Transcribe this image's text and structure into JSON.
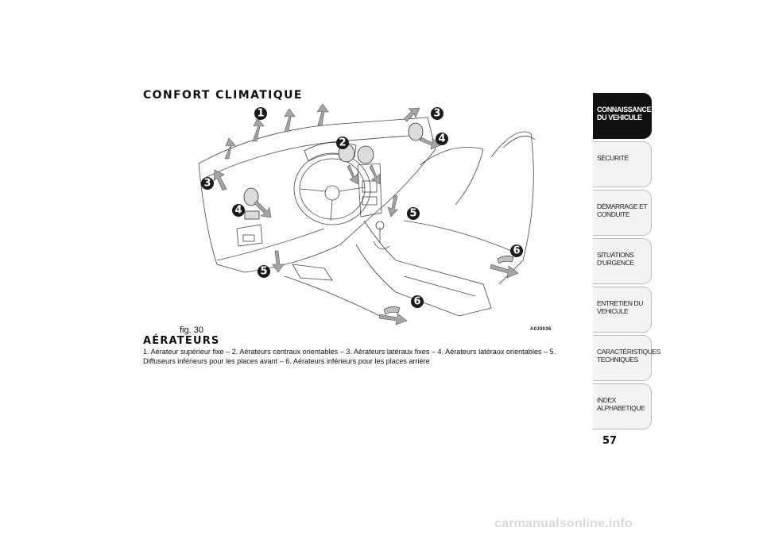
{
  "page": {
    "section_title": "CONFORT CLIMATIQUE",
    "subsection_title": "AÉRATEURS",
    "body_text": "1. Aérateur supérieur fixe – 2. Aérateurs centraux orientables – 3. Aérateurs latéraux fixes – 4. Aérateurs latéraux orientables – 5. Diffuseurs inférieurs pour les places avant – 6. Aérateurs inférieurs pour les places arrière",
    "figure_caption": "fig. 30",
    "figure_code": "A0J0036",
    "page_number": "57"
  },
  "figure": {
    "callouts": [
      "1",
      "2",
      "3",
      "3",
      "4",
      "4",
      "5",
      "5",
      "6",
      "6"
    ]
  },
  "sidebar": {
    "tabs": [
      {
        "label": "CONNAISSANCE\nDU VEHICULE",
        "active": true
      },
      {
        "label": "SÉCURITÉ",
        "active": false
      },
      {
        "label": "DÉMARRAGE ET\nCONDUITE",
        "active": false
      },
      {
        "label": "SITUATIONS\nD'URGENCE",
        "active": false
      },
      {
        "label": "ENTRETIEN DU\nVEHICULE",
        "active": false
      },
      {
        "label": "CARACTÉRISTIQUES\nTECHNIQUES",
        "active": false
      },
      {
        "label": "INDEX\nALPHABETIQUE",
        "active": false
      }
    ]
  },
  "watermark": "carmanualsonline.info",
  "colors": {
    "active_tab": "#111111",
    "tab_bg": "#f3f3f3",
    "arrow_gray": "#9a9a9a"
  }
}
